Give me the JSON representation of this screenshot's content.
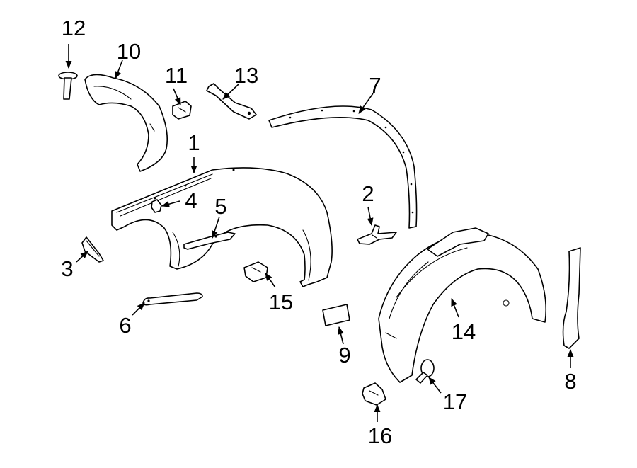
{
  "diagram": {
    "callouts": [
      {
        "id": "c1",
        "label": "1"
      },
      {
        "id": "c2",
        "label": "2"
      },
      {
        "id": "c3",
        "label": "3"
      },
      {
        "id": "c4",
        "label": "4"
      },
      {
        "id": "c5",
        "label": "5"
      },
      {
        "id": "c6",
        "label": "6"
      },
      {
        "id": "c7",
        "label": "7"
      },
      {
        "id": "c8",
        "label": "8"
      },
      {
        "id": "c9",
        "label": "9"
      },
      {
        "id": "c10",
        "label": "10"
      },
      {
        "id": "c11",
        "label": "11"
      },
      {
        "id": "c12",
        "label": "12"
      },
      {
        "id": "c13",
        "label": "13"
      },
      {
        "id": "c14",
        "label": "14"
      },
      {
        "id": "c15",
        "label": "15"
      },
      {
        "id": "c16",
        "label": "16"
      },
      {
        "id": "c17",
        "label": "17"
      }
    ],
    "colors": {
      "line": "#000000",
      "background": "#ffffff"
    }
  }
}
